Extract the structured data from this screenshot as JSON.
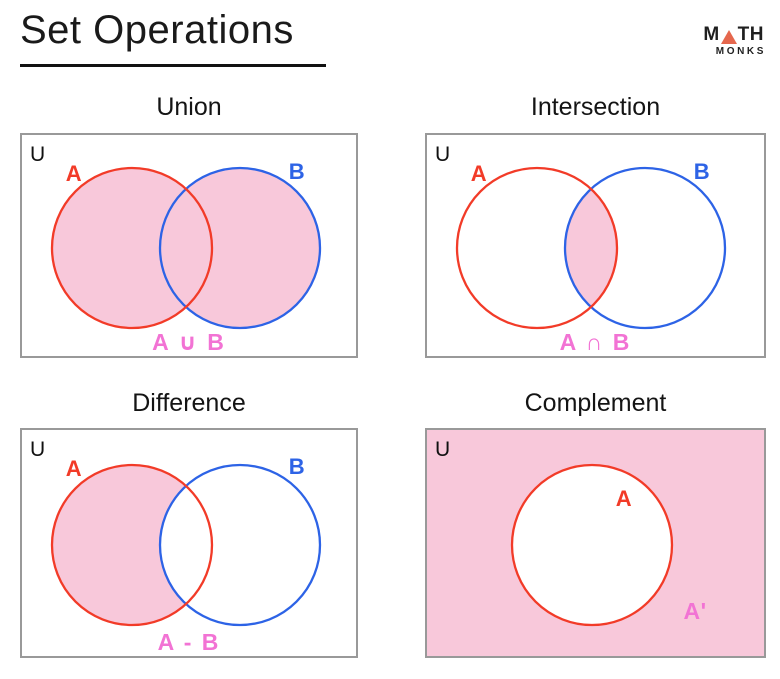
{
  "header": {
    "title": "Set Operations",
    "logo": {
      "top_left": "M",
      "top_right": "TH",
      "bottom": "MONKS",
      "triangle_color": "#e5674d"
    }
  },
  "colors": {
    "set_a_red": "#f23b28",
    "set_b_blue": "#2d63e6",
    "shade_pink": "#f8c8da",
    "formula_pink": "#f273d4",
    "universal_black": "#111111",
    "box_border_gray": "#999999",
    "white": "#ffffff"
  },
  "panels": [
    {
      "id": "union",
      "title": "Union",
      "universal_label": "U",
      "set_a_label": "A",
      "set_b_label": "B",
      "formula": "A ∪ B",
      "shading": "union"
    },
    {
      "id": "intersection",
      "title": "Intersection",
      "universal_label": "U",
      "set_a_label": "A",
      "set_b_label": "B",
      "formula": "A ∩ B",
      "shading": "intersection"
    },
    {
      "id": "difference",
      "title": "Difference",
      "universal_label": "U",
      "set_a_label": "A",
      "set_b_label": "B",
      "formula": "A - B",
      "shading": "difference"
    },
    {
      "id": "complement",
      "title": "Complement",
      "universal_label": "U",
      "set_a_label": "A",
      "complement_label": "A'",
      "shading": "complement"
    }
  ]
}
